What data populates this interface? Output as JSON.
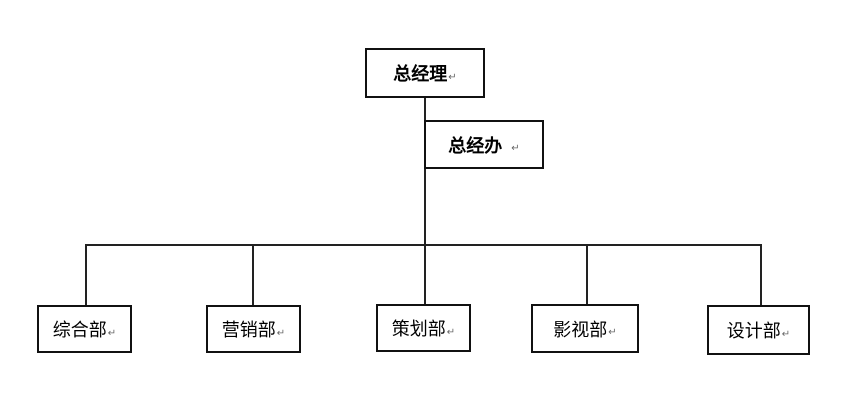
{
  "diagram": {
    "top": {
      "label": "总经理",
      "mark": "↵"
    },
    "office": {
      "label": "总经办",
      "mark": "↵"
    },
    "departments": [
      {
        "label": "综合部",
        "mark": "↵"
      },
      {
        "label": "营销部",
        "mark": "↵"
      },
      {
        "label": "策划部",
        "mark": "↵"
      },
      {
        "label": "影视部",
        "mark": "↵"
      },
      {
        "label": "设计部",
        "mark": "↵"
      }
    ]
  }
}
